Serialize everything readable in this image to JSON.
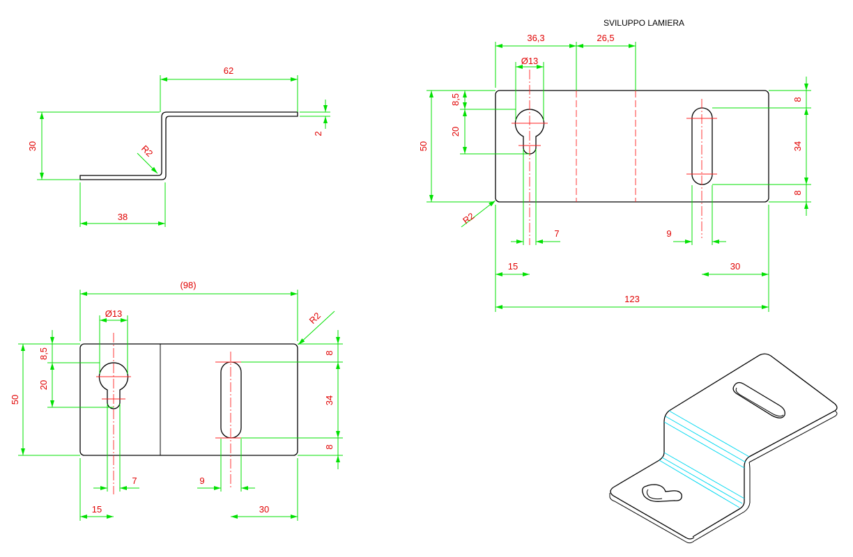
{
  "title": "SVILUPPO LAMIERA",
  "side_view": {
    "width_top": "62",
    "height": "30",
    "thickness": "2",
    "radius": "R2",
    "width_bottom": "38"
  },
  "top_view": {
    "overall_width": "(98)",
    "hole_diameter": "Ø13",
    "radius": "R2",
    "top_offset": "8,5",
    "hole_spacing": "20",
    "overall_height": "50",
    "right_top": "8",
    "slot_length": "34",
    "right_bottom": "8",
    "keyhole_width": "7",
    "slot_width": "9",
    "left_offset": "15",
    "right_offset": "30"
  },
  "development": {
    "bend1_offset": "36,3",
    "bend2_offset": "26,5",
    "hole_diameter": "Ø13",
    "top_offset": "8,5",
    "hole_spacing": "20",
    "overall_height": "50",
    "radius": "R2",
    "right_top": "8",
    "slot_length": "34",
    "right_bottom": "8",
    "keyhole_width": "7",
    "slot_width": "9",
    "left_offset": "15",
    "right_offset": "30",
    "overall_width": "123"
  },
  "colors": {
    "outline": "#000000",
    "dimension": "#00e000",
    "dimension_text": "#e00000",
    "centerline": "#ff2020",
    "bend_tangent": "#00d8f0"
  }
}
